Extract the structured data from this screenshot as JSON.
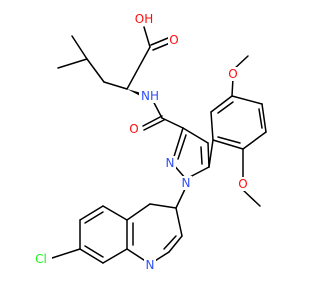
{
  "colors": {
    "bond": "#000000",
    "oxygen": "#ff0d0d",
    "nitrogen": "#3050f8",
    "chlorine": "#1ff01f",
    "carbon": "#000000"
  },
  "atom_labels": {
    "carboxyl_oh": "OH",
    "carboxyl_o": "O",
    "amide_nh": "NH",
    "amide_o": "O",
    "pyrazole_n2": "N",
    "pyrazole_n1": "N",
    "methoxy_top_o": "O",
    "methoxy_bottom_o": "O",
    "quinoline_n": "N",
    "chloro": "Cl"
  }
}
